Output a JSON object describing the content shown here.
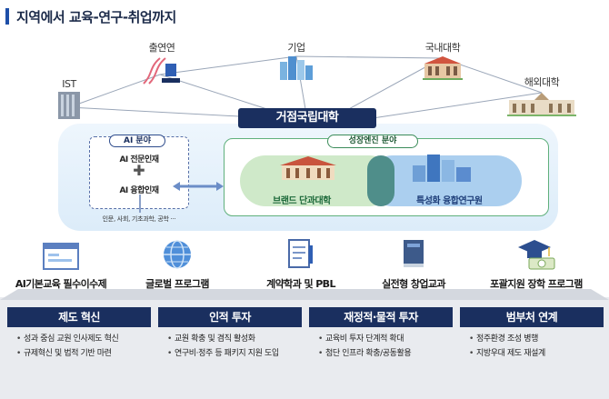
{
  "title": "지역에서 교육-연구-취업까지",
  "nodes": [
    {
      "key": "ist",
      "label": "IST",
      "icon": "building-icon"
    },
    {
      "key": "institute",
      "label": "출연연",
      "icon": "dna-microscope-icon"
    },
    {
      "key": "company",
      "label": "기업",
      "icon": "city-icon"
    },
    {
      "key": "domestic",
      "label": "국내대학",
      "icon": "university-icon"
    },
    {
      "key": "overseas",
      "label": "해외대학",
      "icon": "campus-icon"
    }
  ],
  "hub": {
    "title": "거점국립대학"
  },
  "ai": {
    "pill": "AI 분야",
    "line1": "AI 전문인재",
    "line2": "AI 융합인재",
    "sub": "인문, 사회, 기초과학, 공학 ···"
  },
  "growth": {
    "pill": "성장엔진 분야",
    "left": "브랜드 단과대학",
    "right": "특성화 융합연구원"
  },
  "programs": [
    {
      "label": "AI기본교육 필수이수제",
      "icon": "browser-window-icon"
    },
    {
      "label": "글로벌 프로그램",
      "icon": "globe-icon"
    },
    {
      "label": "계약학과 및 PBL",
      "icon": "document-pen-icon"
    },
    {
      "label": "실전형 창업교과",
      "icon": "book-icon"
    },
    {
      "label": "포괄지원 장학 프로그램",
      "icon": "graduation-cap-icon"
    }
  ],
  "pillars": [
    {
      "head": "제도 혁신",
      "items": [
        "성과 중심 교원 인사제도 혁신",
        "규제혁신 및 법적 기반 마련"
      ]
    },
    {
      "head": "인적 투자",
      "items": [
        "교원 확충 및 겸직 활성화",
        "연구비·정주 등 패키지 지원 도입"
      ]
    },
    {
      "head": "재정적·물적 투자",
      "items": [
        "교육비 투자 단계적 확대",
        "첨단 인프라 확충/공동활용"
      ]
    },
    {
      "head": "범부처 연계",
      "items": [
        "정주환경 조성 병행",
        "지방우대 제도 재설계"
      ]
    }
  ],
  "colors": {
    "navy": "#1a2f5f",
    "green": "#cfe9c9",
    "blue": "#96c3eb",
    "base": "#e9ebef"
  }
}
